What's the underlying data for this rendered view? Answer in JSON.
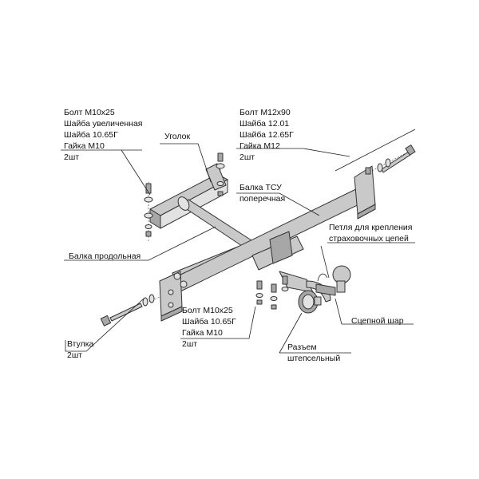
{
  "callouts": {
    "bolt_left": [
      "Болт М10х25",
      "Шайба увеличенная",
      "Шайба 10.65Г",
      "Гайка М10",
      "2шт"
    ],
    "ugolok": "Уголок",
    "bolt_right": [
      "Болт М12х90",
      "Шайба 12.01",
      "Шайба 12.65Г",
      "Гайка М12",
      "2шт"
    ],
    "balka_tsu": [
      "Балка ТСУ",
      "поперечная"
    ],
    "petlya": [
      "Петля для крепления",
      "страховочных цепей"
    ],
    "balka_prod": "Балка продольная",
    "bolt_bottom": [
      "Болт М10х25",
      "Шайба 10.65Г",
      "Гайка М10",
      "2шт"
    ],
    "vtulka": [
      "Втулка",
      "2шт"
    ],
    "shar": "Сцепной шар",
    "razem": [
      "Разъем",
      "штепсельный"
    ]
  }
}
